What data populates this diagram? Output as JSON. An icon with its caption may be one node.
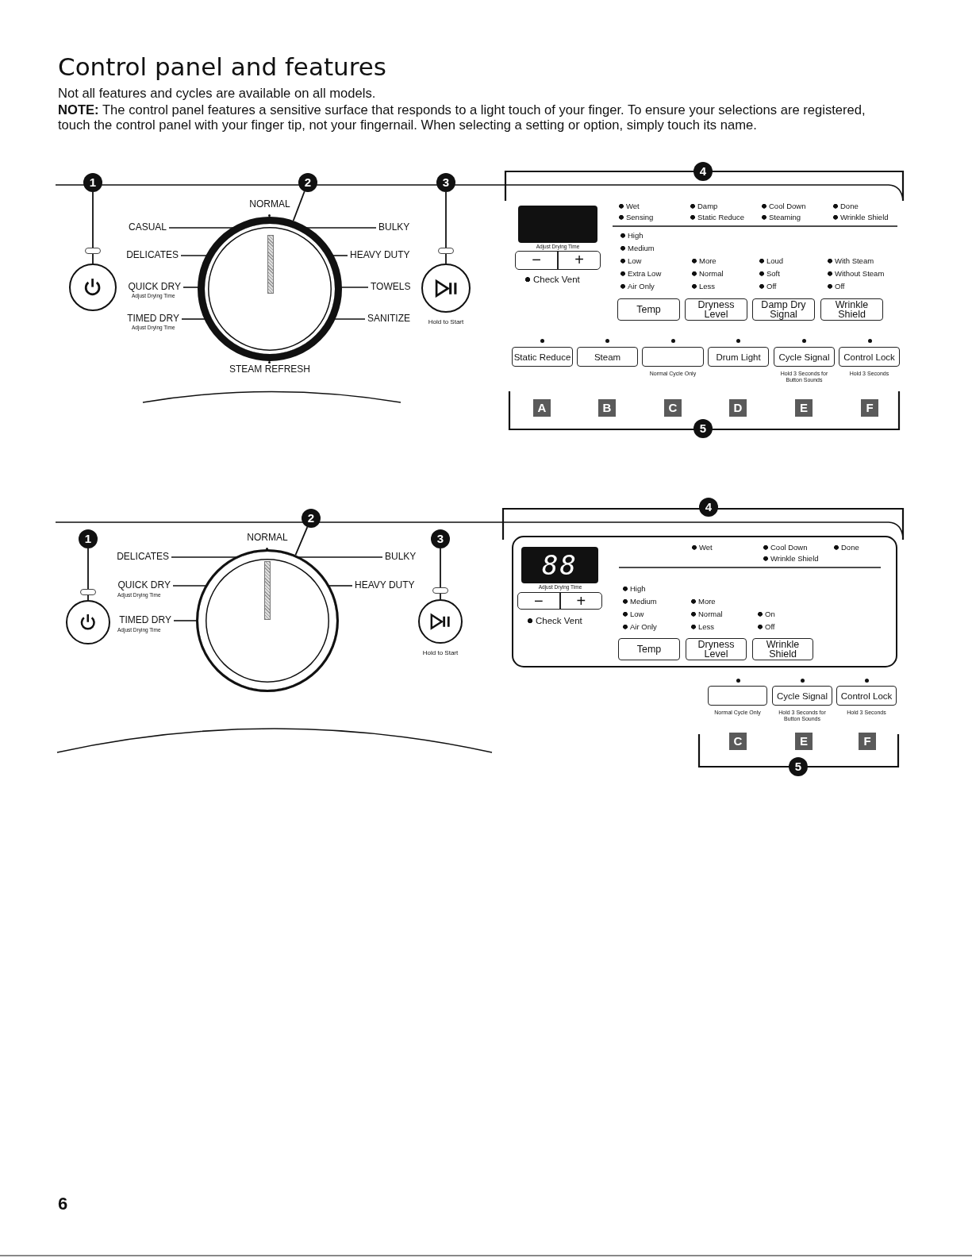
{
  "diagram": {
    "title": "Control panel and features",
    "nodes": [
      {
        "text": [
          "1"
        ]
      },
      {
        "text": [],
        "shape": "circle"
      },
      {
        "text": [
          "2"
        ]
      },
      {
        "text": [],
        "shape": "circle"
      },
      {
        "text": [
          "3"
        ]
      },
      {
        "text": [],
        "shape": "circle",
        "beside": [
          "Hold to Start"
        ]
      },
      {
        "text": [
          "4"
        ]
      },
      {
        "text": [
          "−",
          "+"
        ]
      },
      {
        "text": [
          "Temp"
        ]
      },
      {
        "text": [
          "Dryness Level"
        ]
      },
      {
        "text": [
          "Damp Dry Signal"
        ]
      },
      {
        "text": [
          "Wrinkle Shield"
        ]
      },
      {
        "text": [
          "Static Reduce"
        ]
      },
      {
        "text": [
          "Steam"
        ]
      },
      {
        "text": [],
        "shape": "box",
        "beside": [
          "Normal Cycle Only"
        ]
      },
      {
        "text": [
          "Drum Light"
        ]
      },
      {
        "text": [
          "Cycle Signal"
        ],
        "beside": [
          "Hold 3 Seconds for Button Sounds"
        ]
      },
      {
        "text": [
          "Control Lock"
        ],
        "beside": [
          "Hold 3 Seconds"
        ]
      },
      {
        "text": [
          "5"
        ]
      },
      {
        "text": [
          "1"
        ]
      },
      {
        "text": [],
        "shape": "circle"
      },
      {
        "text": [
          "2"
        ]
      },
      {
        "text": [],
        "shape": "circle"
      },
      {
        "text": [
          "3"
        ]
      },
      {
        "text": [],
        "shape": "circle",
        "beside": [
          "Hold to Start"
        ]
      },
      {
        "text": [
          "4"
        ]
      },
      {
        "text": [
          "−",
          "+"
        ]
      },
      {
        "text": [
          "Temp"
        ]
      },
      {
        "text": [
          "Dryness Level"
        ]
      },
      {
        "text": [
          "Wrinkle Shield"
        ]
      },
      {
        "text": [],
        "shape": "box",
        "beside": [
          "Normal Cycle Only"
        ]
      },
      {
        "text": [
          "Cycle Signal"
        ],
        "beside": [
          "Hold 3 Seconds for Button Sounds"
        ]
      },
      {
        "text": [
          "Control Lock"
        ],
        "beside": [
          "Hold 3 Seconds"
        ]
      },
      {
        "text": [
          "5"
        ]
      },
      {
        "text": [],
        "shape": "box"
      },
      {
        "text": [
          "88"
        ]
      }
    ],
    "edges": [
      {
        "from": 0,
        "to": 1,
        "arrow": "none"
      },
      {
        "from": 2,
        "to": 3,
        "arrow": "none"
      },
      {
        "from": 4,
        "to": 5,
        "arrow": "none"
      },
      {
        "from": 19,
        "to": 20,
        "arrow": "none"
      },
      {
        "from": 21,
        "to": 22,
        "arrow": "none"
      },
      {
        "from": 23,
        "to": 24,
        "arrow": "none"
      }
    ],
    "labels": [
      "Not all features and cycles are available on all models.",
      "**NOTE:** The control panel features a sensitive surface that responds to a light touch of your finger. To ensure your selections are registered, touch the control panel with your finger tip, not your fingernail. When selecting a setting or option, simply touch its name.",
      "NORMAL",
      "CASUAL",
      "BULKY",
      "DELICATES",
      "HEAVY DUTY",
      "QUICK DRY",
      "Adjust Drying Time",
      "TOWELS",
      "TIMED DRY",
      "Adjust Drying Time",
      "SANITIZE",
      "STEAM REFRESH",
      "Wet",
      "Damp",
      "Cool Down",
      "Done",
      "Sensing",
      "Static Reduce",
      "Steaming",
      "Wrinkle Shield",
      "Adjust Drying Time",
      "High",
      "Medium",
      "Low",
      "More",
      "Loud",
      "With Steam",
      "Check Vent",
      "Extra Low",
      "Normal",
      "Soft",
      "Without Steam",
      "Air Only",
      "Less",
      "Off",
      "Off",
      "A",
      "B",
      "C",
      "D",
      "E",
      "F",
      "NORMAL",
      "DELICATES",
      "BULKY",
      "QUICK DRY",
      "Adjust Drying Time",
      "HEAVY DUTY",
      "TIMED DRY",
      "Adjust Drying Time",
      "Wet",
      "Cool Down",
      "Done",
      "Wrinkle Shield",
      "Adjust Drying Time",
      "High",
      "Medium",
      "More",
      "Low",
      "Normal",
      "On",
      "Check Vent",
      "Air Only",
      "Less",
      "Off",
      "C",
      "E",
      "F",
      "6"
    ]
  }
}
